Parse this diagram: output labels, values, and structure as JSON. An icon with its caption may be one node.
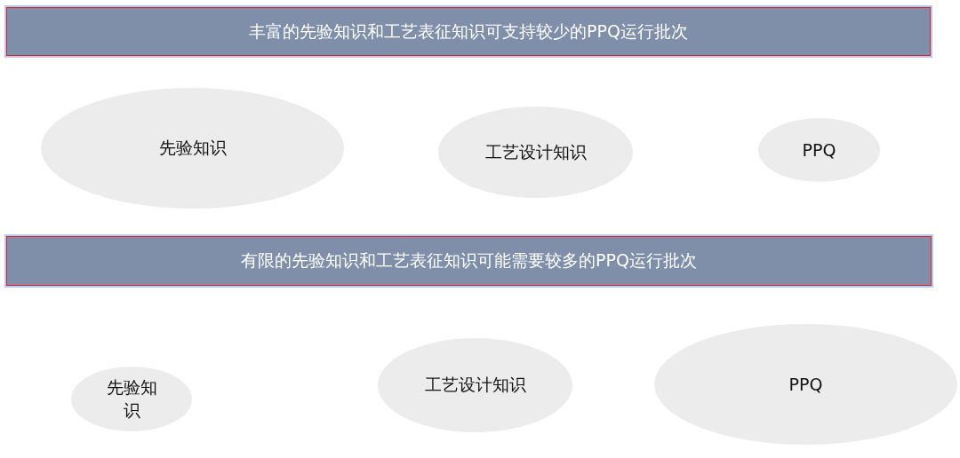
{
  "diagram": {
    "nodes": [
      {
        "text": [
          "丰富的先验知识和工艺表征知识可支持较少的PPQ运行批次"
        ]
      },
      {
        "text": [
          "先验知识"
        ]
      },
      {
        "text": [
          "工艺设计知识"
        ]
      },
      {
        "text": [
          "PPQ"
        ]
      },
      {
        "text": [
          "有限的先验知识和工艺表征知识可能需要较多的PPQ运行批次"
        ]
      },
      {
        "text": [
          "先验知识"
        ]
      },
      {
        "text": [
          "工艺设计知识"
        ]
      },
      {
        "text": [
          "PPQ"
        ]
      }
    ]
  }
}
